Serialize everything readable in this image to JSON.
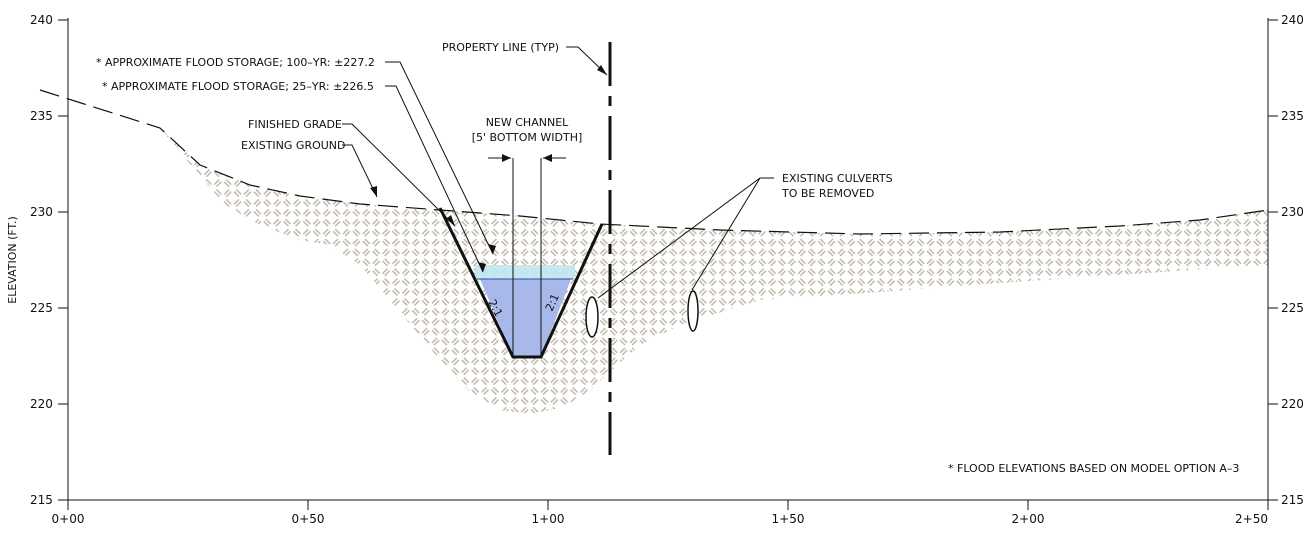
{
  "axes": {
    "ylabel": "ELEVATION (FT.)",
    "y_ticks": [
      "240",
      "235",
      "230",
      "225",
      "220",
      "215"
    ],
    "x_ticks": [
      "0+00",
      "0+50",
      "1+00",
      "1+50",
      "2+00",
      "2+50"
    ]
  },
  "callouts": {
    "flood_100yr": "* APPROXIMATE FLOOD STORAGE; 100–YR: ±227.2",
    "flood_25yr": "* APPROXIMATE FLOOD STORAGE; 25–YR: ±226.5",
    "property_line": "PROPERTY LINE (TYP)",
    "finished_grade": "FINISHED GRADE",
    "existing_ground": "EXISTING GROUND",
    "new_channel_line1": "NEW CHANNEL",
    "new_channel_line2": "[5' BOTTOM WIDTH]",
    "culverts_line1": "EXISTING CULVERTS",
    "culverts_line2": "TO BE REMOVED",
    "slope_left": "2:1",
    "slope_right": "2:1"
  },
  "footnote": "* FLOOD ELEVATIONS BASED ON MODEL OPTION A–3",
  "colors": {
    "hatch": "#b7ae9c",
    "water_100yr": "#bfe6f0",
    "water_25yr": "#a8b8ea",
    "line": "#111111"
  }
}
